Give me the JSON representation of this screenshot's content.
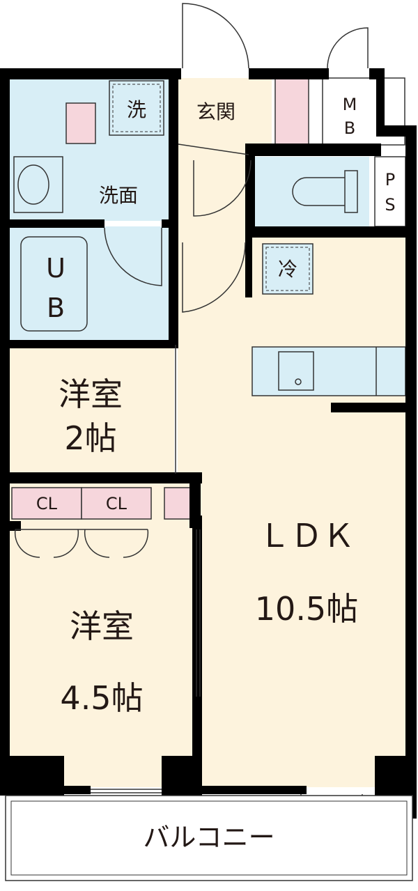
{
  "rooms": {
    "entrance": "玄関",
    "washer": "洗",
    "washroom": "洗面",
    "unit_bath": {
      "line1": "U",
      "line2": "B"
    },
    "meter_box": {
      "line1": "M",
      "line2": "B"
    },
    "pipe_space": {
      "line1": "P",
      "line2": "S"
    },
    "fridge": "冷",
    "western_small": {
      "name": "洋室",
      "size": "2帖"
    },
    "closet_left": "CL",
    "closet_right": "CL",
    "western_large": {
      "name": "洋室",
      "size": "4.5帖"
    },
    "ldk": {
      "name": "ＬＤＫ",
      "size": "10.5帖"
    },
    "balcony": "バルコニー"
  },
  "colors": {
    "floor_room": "#fdf3dd",
    "wet_area": "#d8eef6",
    "storage": "#f6d6dc",
    "wall": "#000000",
    "balcony": "#ffffff"
  }
}
